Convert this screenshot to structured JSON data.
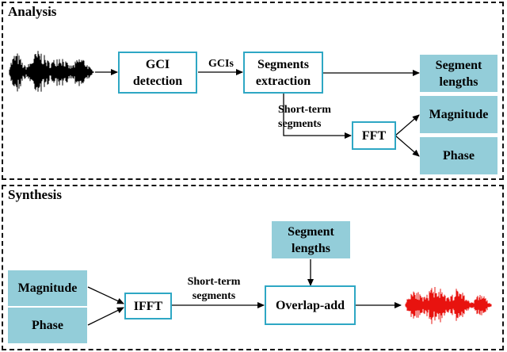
{
  "analysis": {
    "title": "Analysis",
    "gci_detection": "GCI\ndetection",
    "gcis_label": "GCIs",
    "segments_extraction": "Segments\nextraction",
    "segment_lengths": "Segment\nlengths",
    "short_term_label": "Short-term\nsegments",
    "fft": "FFT",
    "magnitude": "Magnitude",
    "phase": "Phase",
    "input_wave_color": "#000000"
  },
  "synthesis": {
    "title": "Synthesis",
    "segment_lengths": "Segment\nlengths",
    "magnitude": "Magnitude",
    "phase": "Phase",
    "ifft": "IFFT",
    "short_term_label": "Short-term\nsegments",
    "overlap_add": "Overlap-add",
    "output_wave_color": "#e8130f"
  },
  "colors": {
    "outline_box_border": "#2ea7c4",
    "filled_box": "#93cdd9"
  }
}
